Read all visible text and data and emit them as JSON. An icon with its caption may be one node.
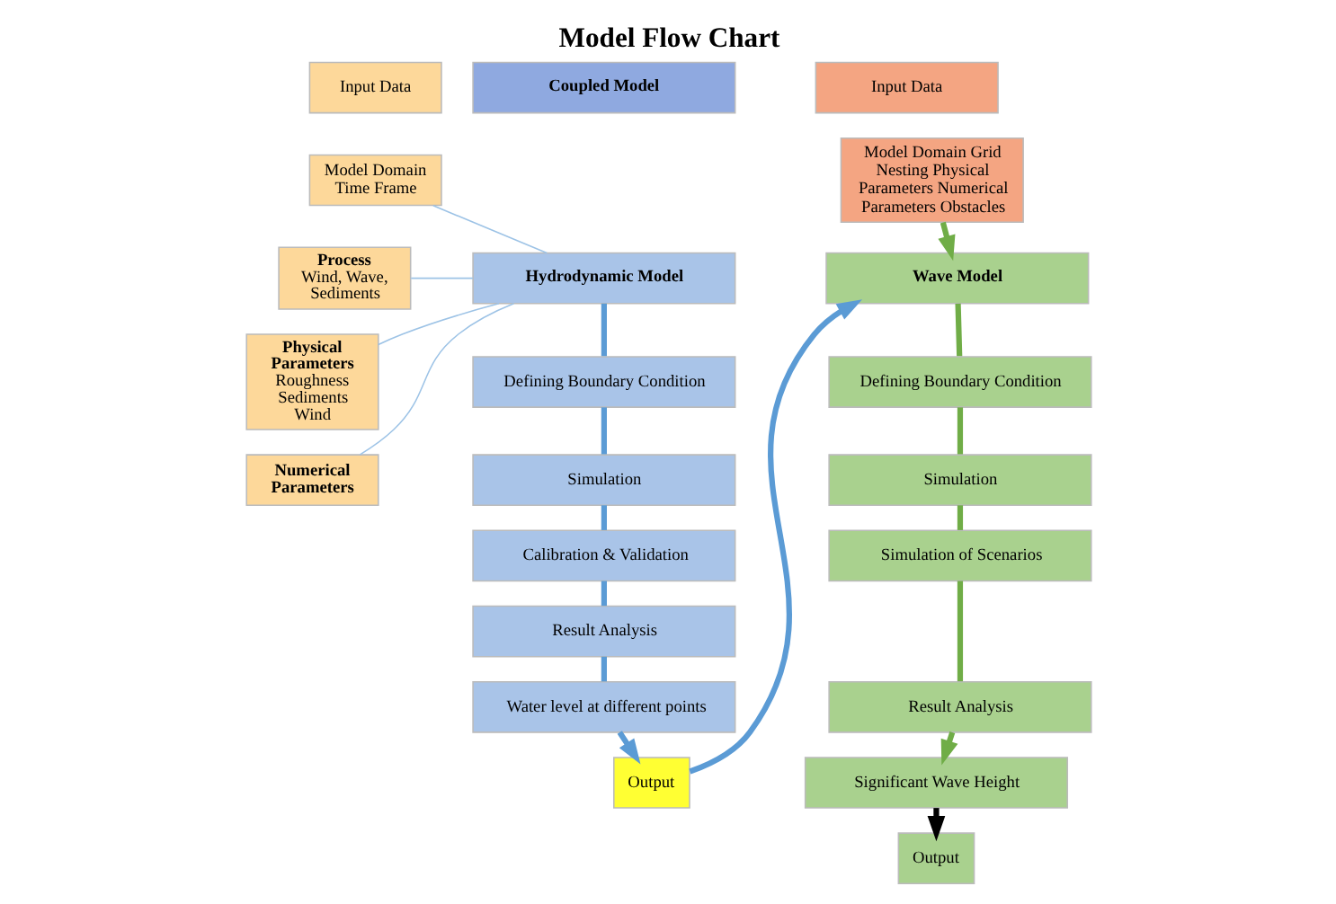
{
  "diagram": {
    "title": "Model Flow Chart",
    "nodes": [
      {
        "text": [
          "Input Data"
        ]
      },
      {
        "text": [
          "Model Domain Time Frame"
        ]
      },
      {
        "text": [
          "Process",
          "Wind, Wave, Sediments"
        ]
      },
      {
        "text": [
          "Physical Parameters",
          "Roughness Sediments Wind"
        ]
      },
      {
        "text": [
          "Numerical Parameters"
        ]
      },
      {
        "text": [
          "Coupled Model"
        ]
      },
      {
        "text": [
          "Hydrodynamic Model"
        ]
      },
      {
        "text": [
          "Defining Boundary Condition"
        ]
      },
      {
        "text": [
          "Simulation"
        ]
      },
      {
        "text": [
          "Calibration & Validation"
        ]
      },
      {
        "text": [
          "Result Analysis"
        ]
      },
      {
        "text": [
          "Water level at different points"
        ]
      },
      {
        "text": [
          "Output"
        ]
      },
      {
        "text": [
          "Input Data"
        ]
      },
      {
        "text": [
          "Model Domain Grid Nesting Physical Parameters Numerical Parameters Obstacles"
        ]
      },
      {
        "text": [
          "Wave Model"
        ]
      },
      {
        "text": [
          "Defining Boundary Condition"
        ]
      },
      {
        "text": [
          "Simulation"
        ]
      },
      {
        "text": [
          "Simulation of Scenarios"
        ]
      },
      {
        "text": [
          "Result Analysis"
        ]
      },
      {
        "text": [
          "Significant Wave Height"
        ]
      },
      {
        "text": [
          "Output"
        ]
      }
    ],
    "edges": [
      {
        "from": 1,
        "to": 6,
        "arrow": "none"
      },
      {
        "from": 2,
        "to": 6,
        "arrow": "none"
      },
      {
        "from": 3,
        "to": 6,
        "arrow": "none"
      },
      {
        "from": 4,
        "to": 6,
        "arrow": "none"
      },
      {
        "from": 6,
        "to": 7,
        "arrow": "none"
      },
      {
        "from": 7,
        "to": 8,
        "arrow": "none"
      },
      {
        "from": 8,
        "to": 9,
        "arrow": "none"
      },
      {
        "from": 9,
        "to": 10,
        "arrow": "none"
      },
      {
        "from": 10,
        "to": 11,
        "arrow": "none"
      },
      {
        "from": 11,
        "to": 12,
        "arrow": "to"
      },
      {
        "from": 12,
        "to": 15,
        "arrow": "to"
      },
      {
        "from": 14,
        "to": 15,
        "arrow": "to",
        "color": "#70ad47"
      },
      {
        "from": 15,
        "to": 16,
        "arrow": "none",
        "color": "#70ad47"
      },
      {
        "from": 16,
        "to": 17,
        "arrow": "none",
        "color": "#70ad47"
      },
      {
        "from": 17,
        "to": 18,
        "arrow": "none",
        "color": "#70ad47"
      },
      {
        "from": 18,
        "to": 19,
        "arrow": "none",
        "color": "#70ad47"
      },
      {
        "from": 19,
        "to": 20,
        "arrow": "to",
        "color": "#70ad47"
      },
      {
        "from": 20,
        "to": 21,
        "arrow": "to",
        "color": "#000000"
      }
    ]
  }
}
